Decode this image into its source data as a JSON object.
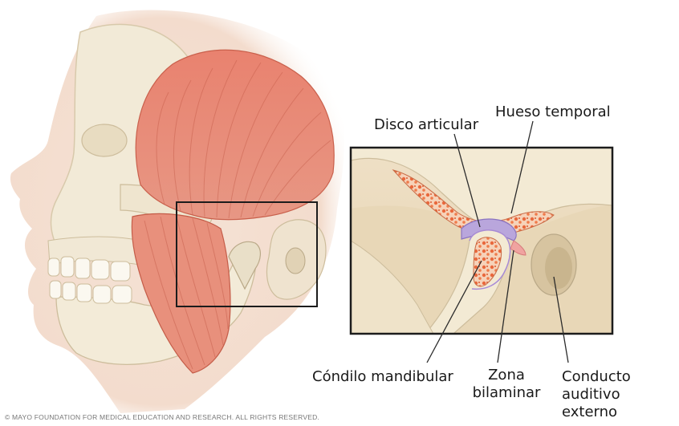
{
  "labels": {
    "disco_articular": "Disco articular",
    "hueso_temporal": "Hueso temporal",
    "condilo_mandibular": "Cóndilo mandibular",
    "zona_bilaminar_line1": "Zona",
    "zona_bilaminar_line2": "bilaminar",
    "conducto_line1": "Conducto",
    "conducto_line2": "auditivo externo"
  },
  "copyright": "© MAYO FOUNDATION FOR MEDICAL EDUCATION AND RESEARCH. ALL RIGHTS RESERVED.",
  "colors": {
    "muscle": "#e98a78",
    "muscle_dark": "#c85e4c",
    "skin": "#f3dccd",
    "bone": "#f4ecd9",
    "bone_shadow": "#d9c9a8",
    "marrow": "#ec6a3e",
    "disc": "#b9a6dc",
    "frame": "#1c1c1c"
  }
}
